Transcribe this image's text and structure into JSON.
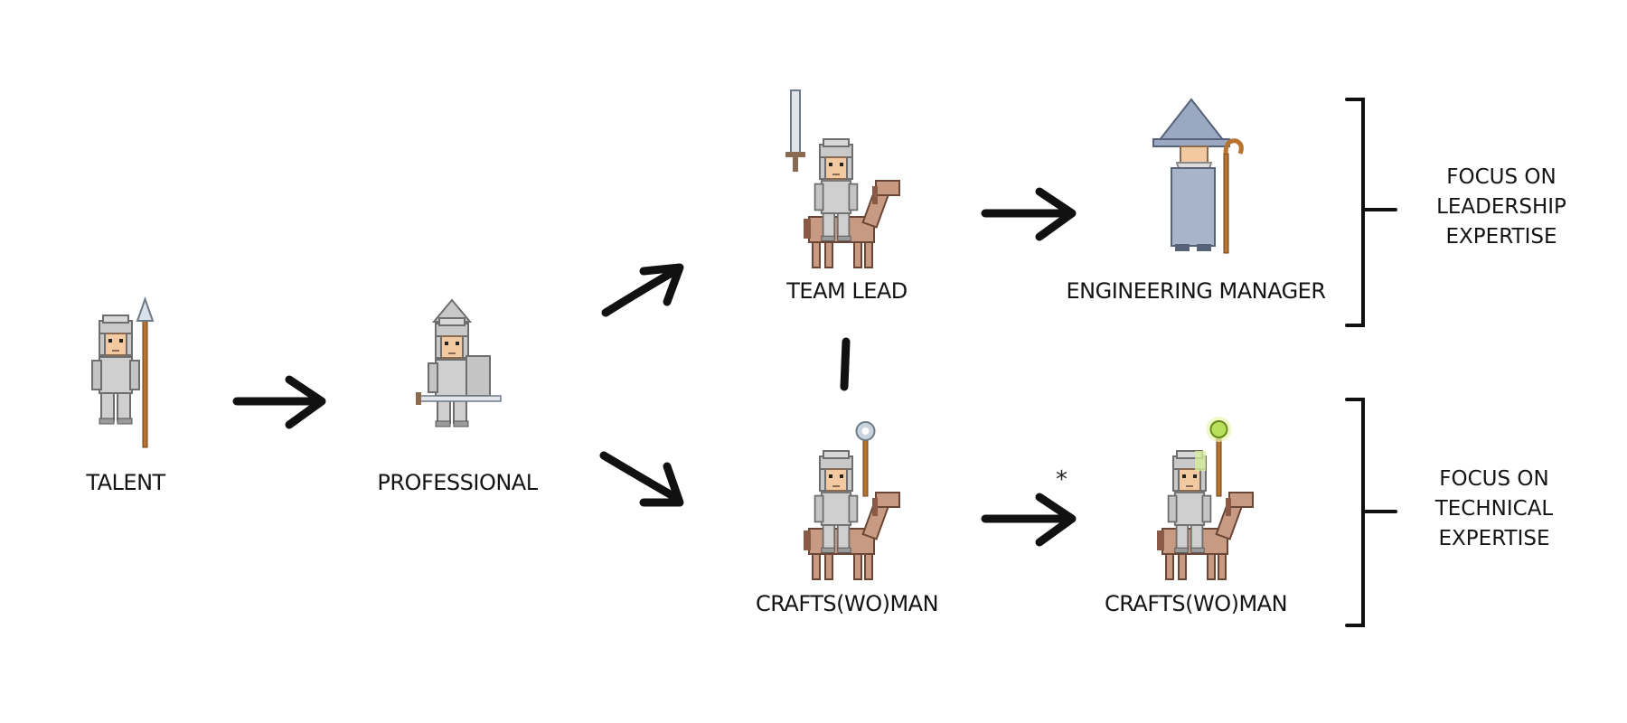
{
  "nodes": {
    "talent": "TALENT",
    "professional": "PROFESSIONAL",
    "team_lead": "TEAM LEAD",
    "engineering_manager": "ENGINEERING MANAGER",
    "craftsman_1": "CRAFTS(WO)MAN",
    "craftsman_2": "CRAFTS(WO)MAN"
  },
  "asterisk": "*",
  "groups": {
    "leadership": [
      "FOCUS ON",
      "LEADERSHIP",
      "EXPERTISE"
    ],
    "technical": [
      "FOCUS ON",
      "TECHNICAL",
      "EXPERTISE"
    ]
  },
  "icons": {
    "talent": "spear-soldier-icon",
    "professional": "sword-shield-knight-icon",
    "team_lead": "mounted-knight-sword-icon",
    "engineering_manager": "wizard-with-staff-icon",
    "craftsman_1": "mounted-knight-mace-icon",
    "craftsman_2": "mounted-knight-glowing-mace-icon"
  },
  "colors": {
    "ink": "#111111",
    "armor": "#c9c9c9",
    "skin": "#f2c9a0",
    "horse": "#c99a82",
    "glow": "#b8e05a"
  }
}
